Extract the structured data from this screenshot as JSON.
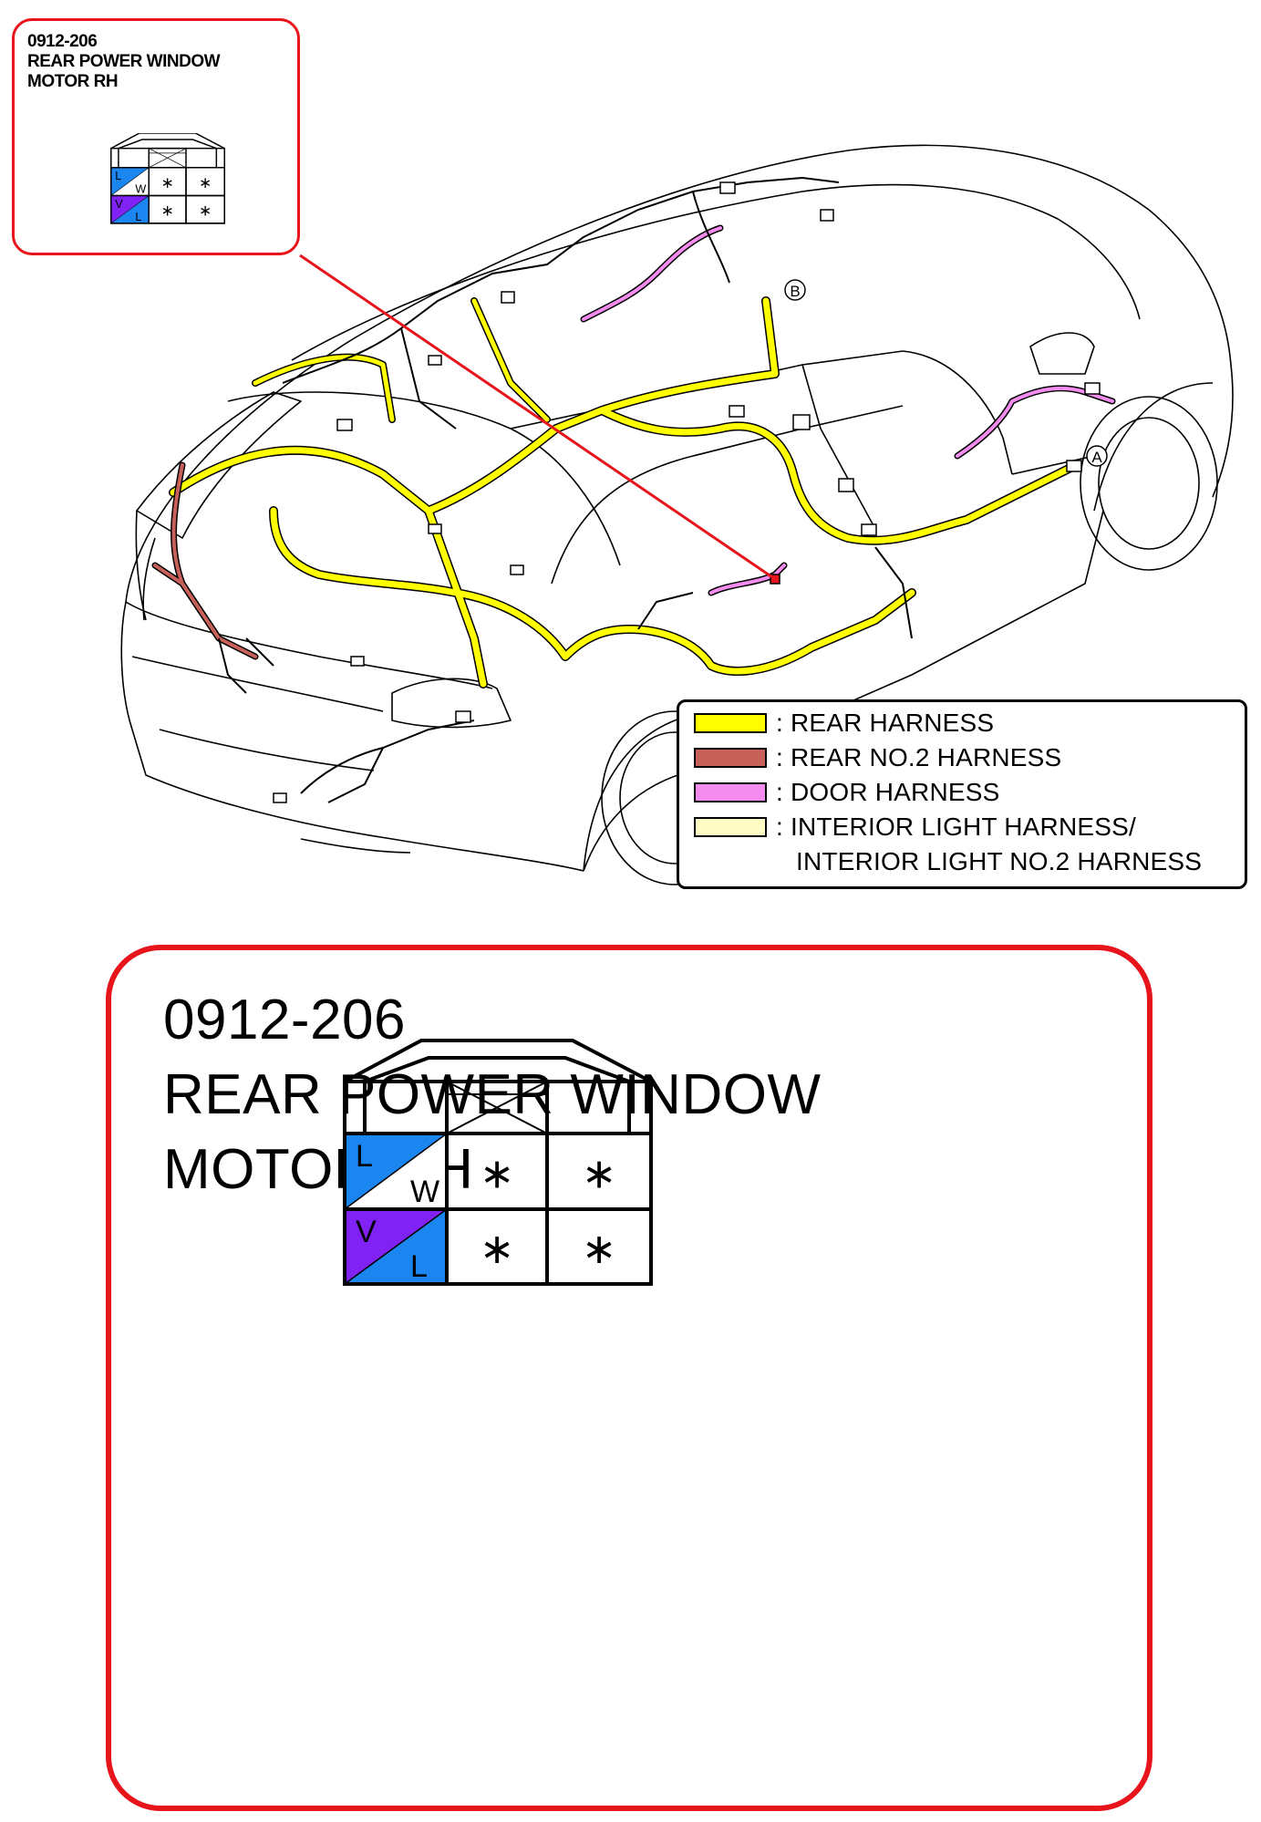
{
  "connector": {
    "code": "0912-206",
    "name_line1": "REAR POWER WINDOW",
    "name_line2": "MOTOR RH",
    "pins": [
      {
        "top_color": "L",
        "bottom_color": "W",
        "top_hex": "#1b86f0",
        "bottom_hex": "#ffffff"
      },
      {
        "top_color": "V",
        "bottom_color": "L",
        "top_hex": "#7f22f3",
        "bottom_hex": "#1b86f0"
      }
    ],
    "unused_pin_mark": "∗"
  },
  "markers": {
    "a": "A",
    "b": "B"
  },
  "legend": {
    "items": [
      {
        "label": ": REAR HARNESS",
        "color": "#ffff00"
      },
      {
        "label": ": REAR NO.2 HARNESS",
        "color": "#c8605a"
      },
      {
        "label": ": DOOR HARNESS",
        "color": "#f48cf0"
      },
      {
        "label": ": INTERIOR LIGHT HARNESS/",
        "color": "#fffbc4"
      }
    ],
    "continuation": "INTERIOR LIGHT NO.2 HARNESS"
  }
}
